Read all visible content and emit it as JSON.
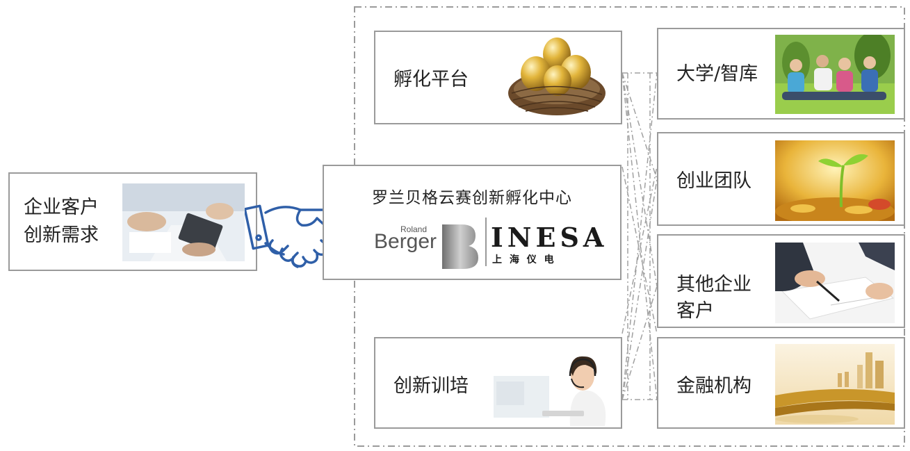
{
  "client": {
    "line1": "企业客户",
    "line2": "创新需求"
  },
  "center": {
    "title": "罗兰贝格云赛创新孵化中心",
    "rb_small": "Roland",
    "rb_big": "Berger",
    "inesa": "INESA",
    "inesa_cn": "上 海 仪 电"
  },
  "left_boxes": {
    "incubation": "孵化平台",
    "training": "创新训培"
  },
  "right_boxes": {
    "university": "大学/智库",
    "startup": "创业团队",
    "other_line1": "其他企业",
    "other_line2": "客户",
    "finance": "金融机构"
  },
  "icons": {
    "handshake": "handshake-icon",
    "eggs": "golden-eggs-nest-image",
    "students": "students-image",
    "sprout": "sprout-coins-image",
    "contract": "signing-contract-image",
    "operator": "headset-operator-image",
    "finance": "gold-bridge-city-image",
    "meeting": "office-meeting-image"
  },
  "colors": {
    "handshake": "#2f5fa8",
    "border": "#9a9a9a",
    "gold": "#c9962a"
  }
}
